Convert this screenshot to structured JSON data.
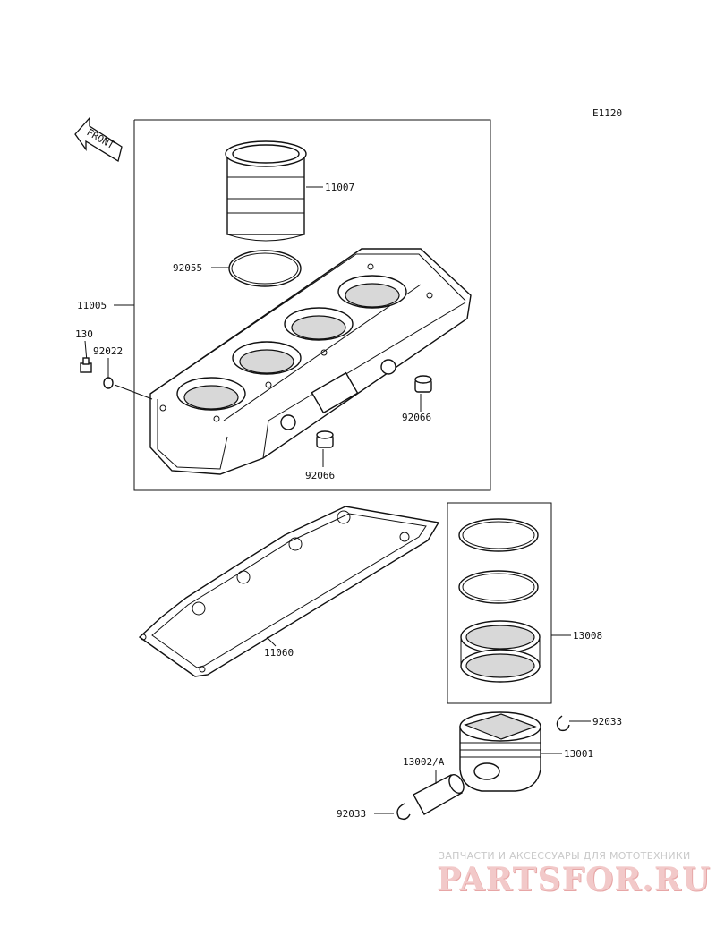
{
  "diagram_code": "E1120",
  "front_arrow": "FRONT",
  "parts": {
    "p11007": "11007",
    "p92055": "92055",
    "p11005": "11005",
    "p130": "130",
    "p92022": "92022",
    "p92066a": "92066",
    "p92066b": "92066",
    "p11060": "11060",
    "p13008": "13008",
    "p92033a": "92033",
    "p13001": "13001",
    "p13002": "13002/A",
    "p92033b": "92033"
  },
  "watermark": {
    "tagline": "ЗАПЧАСТИ И АКСЕССУАРЫ ДЛЯ МОТОТЕХНИКИ",
    "logo": "PARTSFOR.RU"
  }
}
